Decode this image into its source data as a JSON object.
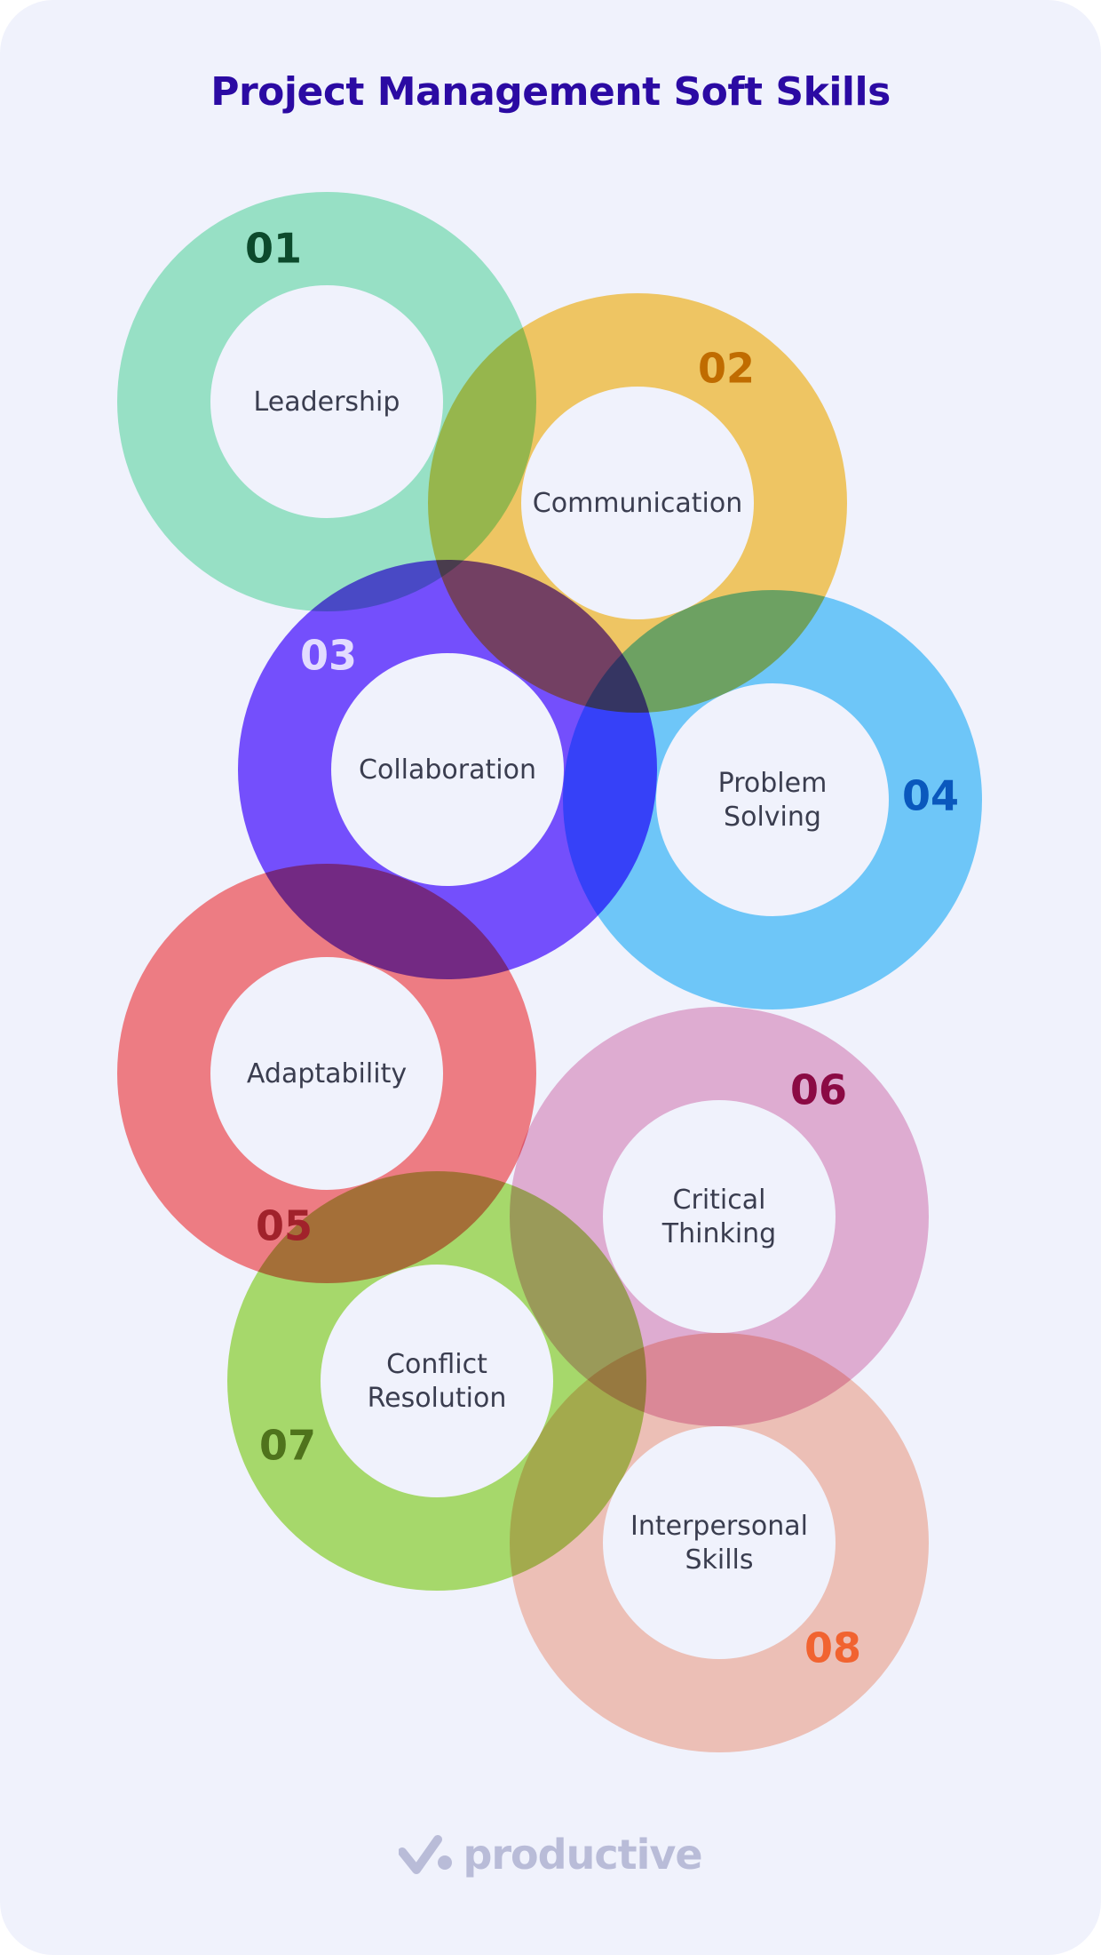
{
  "title": "Project Management Soft Skills",
  "colors": {
    "background": "#f0f2fc",
    "title": "#2b0aa3",
    "label": "#3a3d4f",
    "logo": "#b9bcd8"
  },
  "skills": [
    {
      "number": "01",
      "lines": [
        "Leadership"
      ],
      "ring_color": "#a1ecc8",
      "number_color": "#0c4a2c"
    },
    {
      "number": "02",
      "lines": [
        "Communication"
      ],
      "ring_color": "#fdd064",
      "number_color": "#c06c00"
    },
    {
      "number": "03",
      "lines": [
        "Collaboration"
      ],
      "ring_color": "#7b53ff",
      "number_color": "#e3dcff"
    },
    {
      "number": "04",
      "lines": [
        "Problem",
        "Solving"
      ],
      "ring_color": "#75d1fb",
      "number_color": "#0a58bd"
    },
    {
      "number": "05",
      "lines": [
        "Adaptability"
      ],
      "ring_color": "#fc8385",
      "number_color": "#a1222b"
    },
    {
      "number": "06",
      "lines": [
        "Critical",
        "Thinking"
      ],
      "ring_color": "#ecb5d4",
      "number_color": "#8b0a44"
    },
    {
      "number": "07",
      "lines": [
        "Conflict",
        "Resolution"
      ],
      "ring_color": "#b1e46c",
      "number_color": "#4f731c"
    },
    {
      "number": "08",
      "lines": [
        "Interpersonal",
        "Skills"
      ],
      "ring_color": "#fbc9b8",
      "number_color": "#f16330"
    }
  ],
  "logo": {
    "icon": "productive-check-icon",
    "text": "productive"
  }
}
